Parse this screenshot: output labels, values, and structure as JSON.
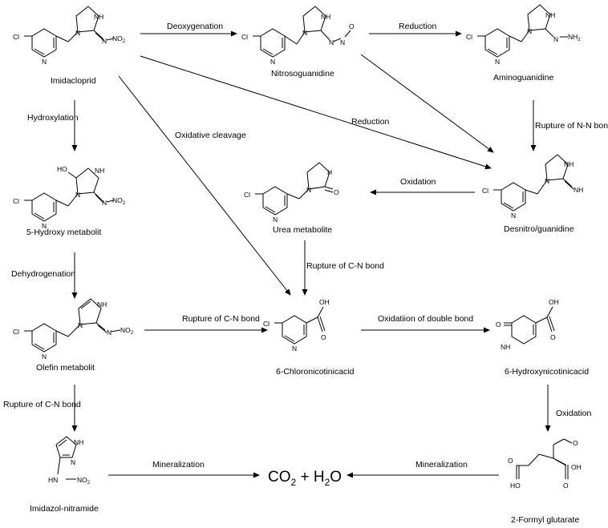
{
  "compounds": {
    "imidacloprid": "Imidacloprid",
    "nitrosoguanidine": "Nitrosoguanidine",
    "aminoguanidine": "Aminoguanidine",
    "hydroxy": "5-Hydroxy metabolit",
    "urea": "Urea metabolite",
    "desnitro": "Desnitro/guanidine",
    "olefin": "Olefin metabolit",
    "chloronicotinic": "6-Chloronicotinicacid",
    "hydroxynicotinic": "6-Hydroxynicotinicacid",
    "imidazol": "Imidazol-nitramide",
    "formyl": "2-Formyl glutarate"
  },
  "reactions": {
    "deoxygenation": "Deoxygenation",
    "reduction1": "Reduction",
    "reduction2": "Reduction",
    "hydroxylation": "Hydroxylation",
    "oxidative_cleavage": "Oxidative cleavage",
    "nn_rupture": "Rupture of N-N bond",
    "oxidation1": "Oxidation",
    "dehydrogenation": "Dehydrogenation",
    "cn_rupture1": "Rupture of C-N bond",
    "cn_rupture2": "Rupture of C-N bond",
    "cn_rupture3": "Rupture of C-N bond",
    "double_bond_ox": "Oxidatiion of double bond",
    "oxidation2": "Oxidation",
    "mineralization1": "Mineralization",
    "mineralization2": "Mineralization"
  },
  "product": {
    "co2": "CO",
    "sub2a": "2",
    "plus_h": " + H",
    "sub2b": "2",
    "o": "O"
  },
  "atoms": {
    "cl": "Cl",
    "n": "N",
    "nh": "NH",
    "hn": "HN",
    "no2": "NO",
    "sub2": "2",
    "oh": "OH",
    "o": "O",
    "ho": "HO",
    "h": "H"
  }
}
